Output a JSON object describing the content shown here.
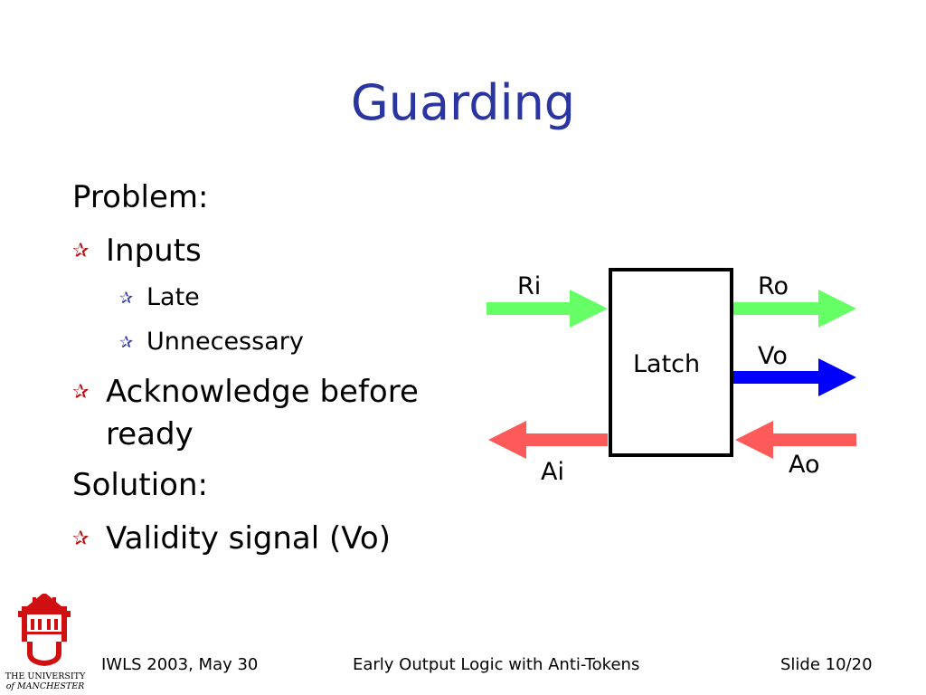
{
  "slide": {
    "title": "Guarding",
    "body": {
      "problem_heading": "Problem:",
      "inputs": "Inputs",
      "late": "Late",
      "unnecessary": "Unnecessary",
      "ack_line1": "Acknowledge before",
      "ack_line2": "ready",
      "solution_heading": "Solution:",
      "validity": "Validity signal (Vo)"
    },
    "bullet_glyph": "✰",
    "diagram": {
      "box_label": "Latch",
      "signals": {
        "ri": "Ri",
        "ro": "Ro",
        "vo": "Vo",
        "ai": "Ai",
        "ao": "Ao"
      },
      "colors": {
        "request": "#66ff66",
        "validity": "#0000ff",
        "acknowledge": "#ff5a5a"
      }
    },
    "footer": {
      "left": "IWLS 2003, May 30",
      "center": "Early Output Logic with Anti-Tokens",
      "right": "Slide 10/20"
    },
    "logo": {
      "line1": "THE UNIVERSITY",
      "line2": "of MANCHESTER"
    },
    "colors": {
      "title": "#2b35a0",
      "bullet_main": "#b01010",
      "bullet_sub": "#2b35a0"
    }
  }
}
